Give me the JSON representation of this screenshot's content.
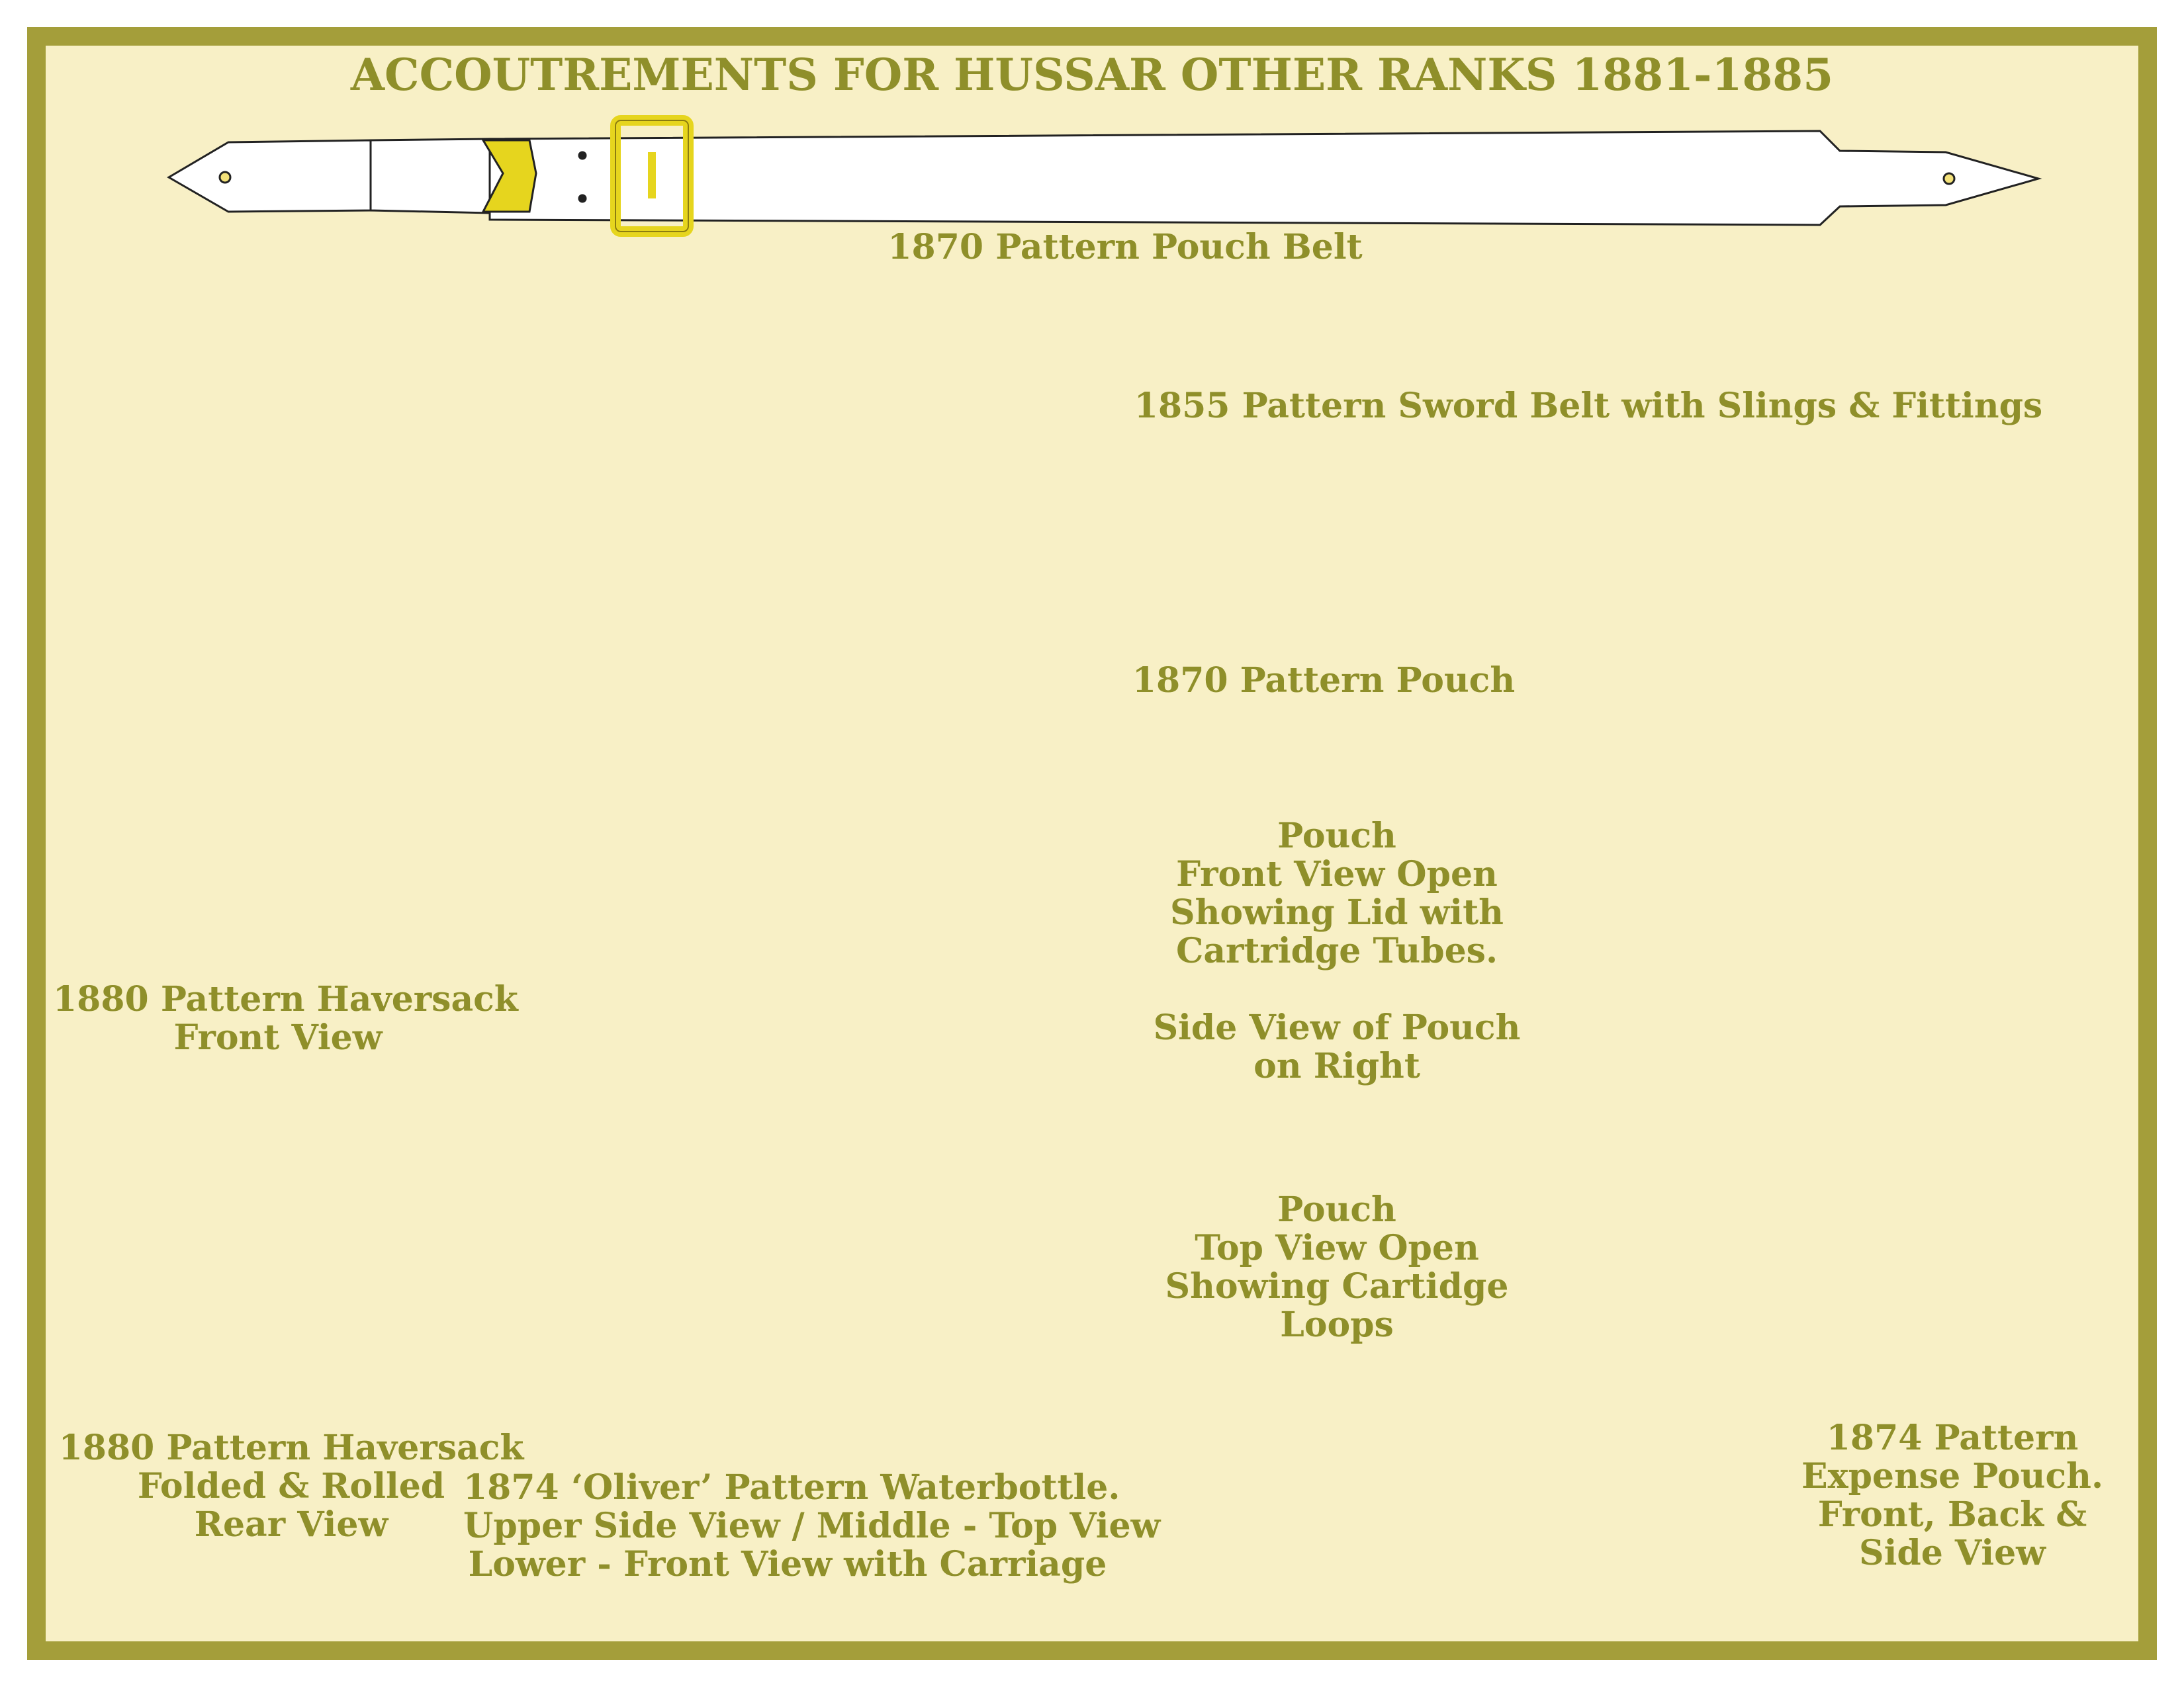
{
  "title": "ACCOUTREMENTS FOR HUSSAR OTHER RANKS 1881-1885",
  "colors": {
    "background": "#f8f0c6",
    "border": "#a49e3a",
    "label": "#8f8f2a",
    "brass": "#e6d51e",
    "white_leather": "#ffffff",
    "black_leather": "#0d0d0d",
    "wood": "#8a6a3c",
    "canvas": "#f7f2e2"
  },
  "labels": {
    "pouch_belt": "1870 Pattern Pouch Belt",
    "sword_belt": "1855 Pattern Sword Belt with Slings & Fittings",
    "pouch": "1870 Pattern Pouch",
    "haversack_front": [
      "1880 Pattern Haversack",
      "Front View"
    ],
    "haversack_rolled": [
      "1880 Pattern Haversack",
      "Folded & Rolled",
      "Rear View"
    ],
    "waterbottle": [
      "1874 ‘Oliver’ Pattern Waterbottle.",
      "Upper Side View / Middle - Top View",
      "Lower - Front View with Carriage"
    ],
    "pouch_open": [
      "Pouch",
      "Front View Open",
      "Showing Lid with",
      "Cartridge Tubes.",
      "",
      "Side View of Pouch",
      "on Right"
    ],
    "pouch_top": [
      "Pouch",
      "Top View Open",
      "Showing Cartidge",
      "Loops"
    ],
    "expense_pouch": [
      "1874 Pattern",
      "Expense Pouch.",
      "Front, Back &",
      "Side View"
    ]
  }
}
